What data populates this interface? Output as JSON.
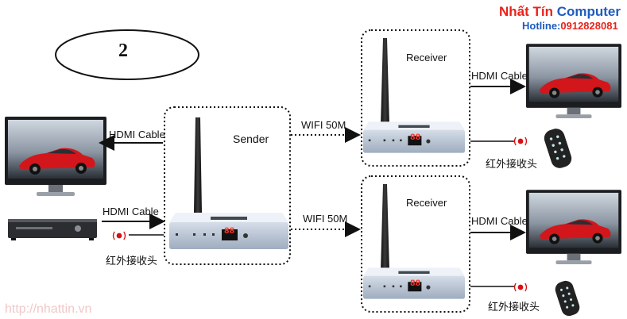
{
  "brand": {
    "name_part1": "Nhất Tín ",
    "name_part2": "Computer",
    "hotline_label": "Hotline:",
    "hotline_value": "0912828081"
  },
  "diagram_number": "2",
  "sender": {
    "label": "Sender"
  },
  "receivers": [
    {
      "label": "Receiver"
    },
    {
      "label": "Receiver"
    }
  ],
  "links": {
    "hdmi_out": "HDMI Cable",
    "hdmi_in": "HDMI Cable",
    "wifi_1": "WIFI 50M",
    "wifi_2": "WIFI 50M",
    "hdmi_rx1": "HDMI Cable",
    "hdmi_rx2": "HDMI Cable"
  },
  "ir": {
    "sender": "红外接收头",
    "rx1": "红外接收头",
    "rx2": "红外接收头"
  },
  "device_display": "88",
  "watermark": "http://nhattin.vn",
  "colors": {
    "brand_red": "#e8231a",
    "brand_blue": "#1e5bbf",
    "device_body": "#b9c4d4",
    "car": "#d3161b"
  }
}
